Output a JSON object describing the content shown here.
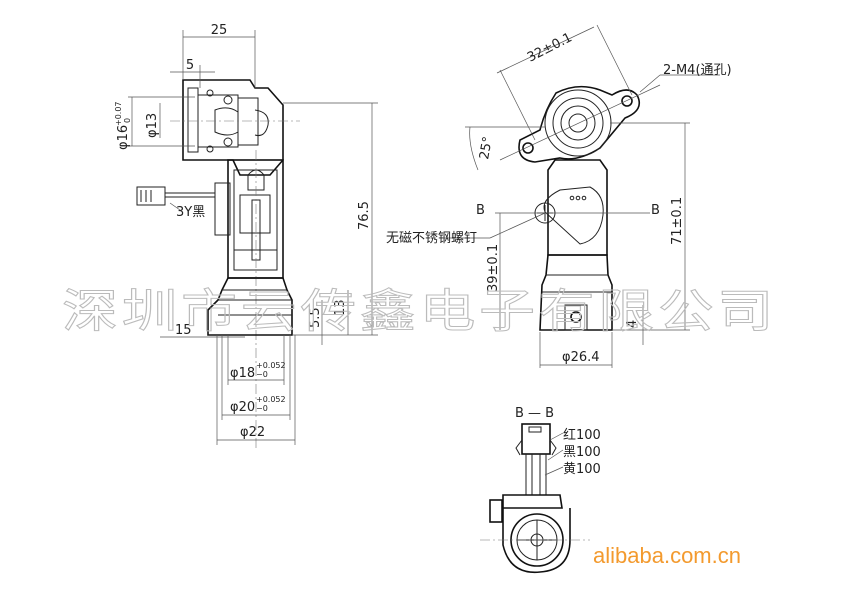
{
  "watermark": "深圳市云传鑫电子有限公司",
  "logo": "alibaba.com.cn",
  "colors": {
    "line": "#222222",
    "watermark": "#bbbbbb",
    "logo": "#f39a2e"
  },
  "side_view": {
    "dim_width": "25",
    "dim_flange": "5",
    "dim_bore_outer": "φ16",
    "dim_bore_outer_tol_upper": "+0.07",
    "dim_bore_outer_tol_lower": "0",
    "dim_bore_inner": "φ13",
    "wire_label": "3Y黑",
    "dim_height": "76.5",
    "dim_offset": "15",
    "dim_groove": "5.5",
    "dim_base_height": "13",
    "dim_d18": "φ18",
    "dim_d18_tol_upper": "+0.052",
    "dim_d18_tol_lower": "−0",
    "dim_d20": "φ20",
    "dim_d20_tol_upper": "+0.052",
    "dim_d20_tol_lower": "−0",
    "dim_d22": "φ22"
  },
  "front_view": {
    "dim_hole_spacing": "32±0.1",
    "hole_note": "2-M4(通孔)",
    "dim_angle": "25°",
    "section_mark_left": "B",
    "section_mark_right": "B",
    "screw_note": "无磁不锈钢螺钉",
    "dim_center_height": "39±0.1",
    "dim_total_height": "71±0.1",
    "dim_hole_offset": "4",
    "dim_base_diameter": "φ26.4"
  },
  "section_view": {
    "title": "B — B",
    "wires": [
      "红100",
      "黑100",
      "黄100"
    ]
  }
}
